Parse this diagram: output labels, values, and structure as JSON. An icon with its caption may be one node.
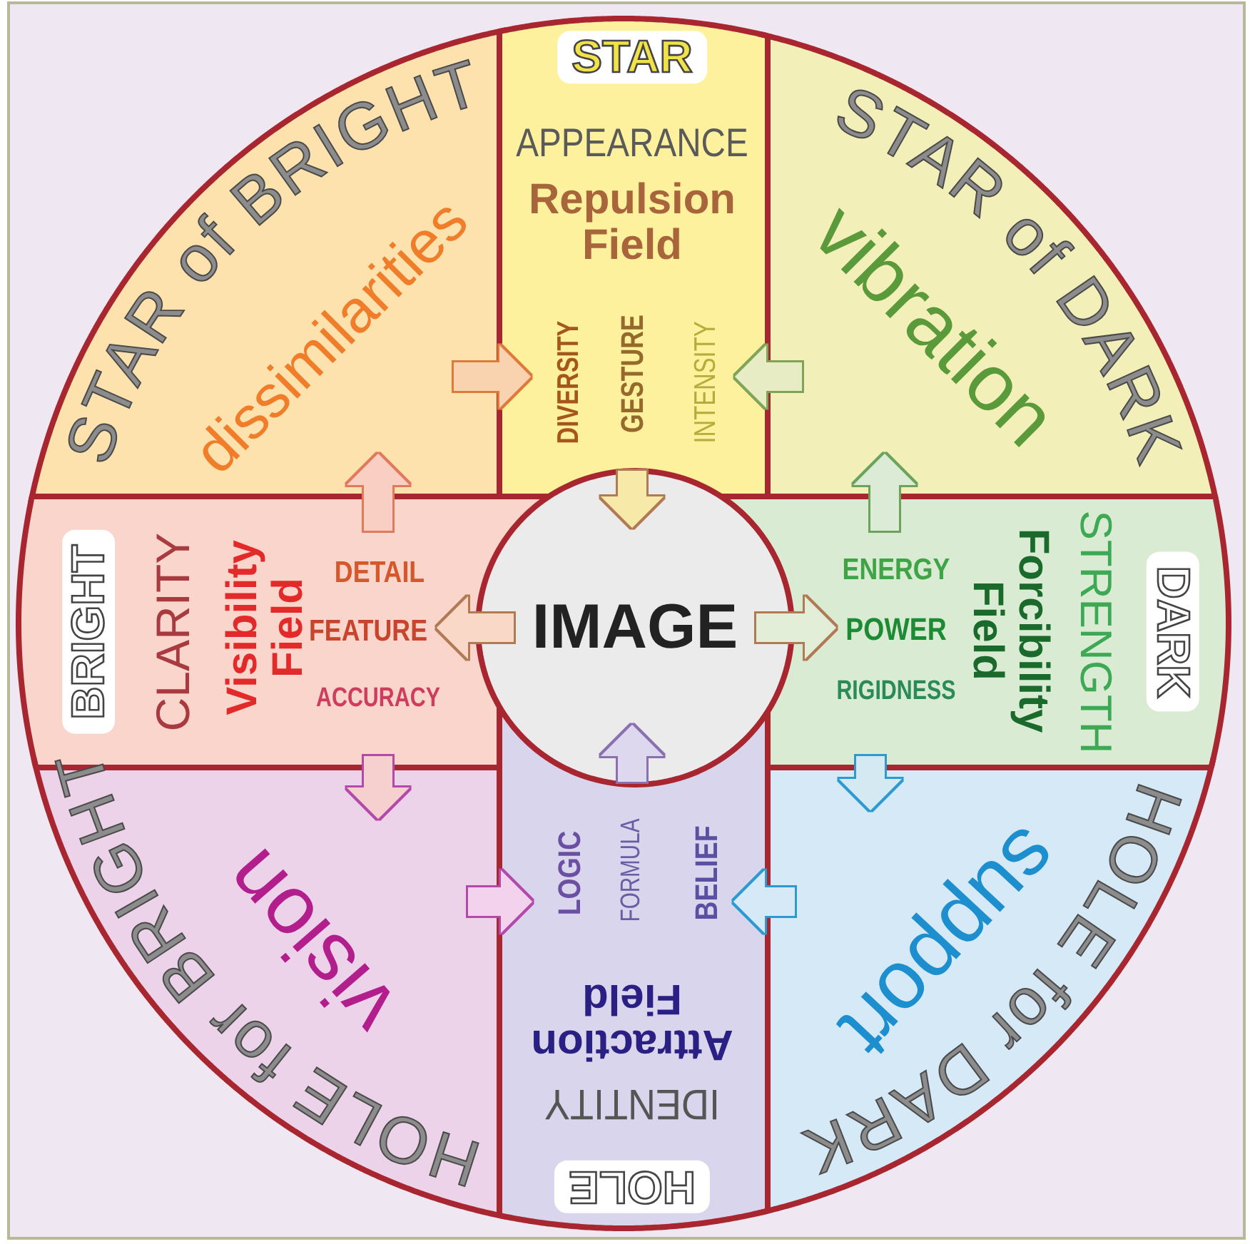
{
  "diagram": {
    "nodes": [
      {
        "text": [
          "STAR of BRIGHT",
          "dissimilarities"
        ]
      },
      {
        "text": [
          "STAR",
          "APPEARANCE",
          "Repulsion Field",
          "DIVERSITY",
          "GESTURE",
          "INTENSITY"
        ]
      },
      {
        "text": [
          "STAR of DARK",
          "vibration"
        ]
      },
      {
        "text": [
          "BRIGHT",
          "CLARITY",
          "Visibility Field",
          "DETAIL",
          "FEATURE",
          "ACCURACY"
        ]
      },
      {
        "text": [
          "IMAGE"
        ]
      },
      {
        "text": [
          "ENERGY",
          "POWER",
          "RIGIDNESS",
          "Forcibility Field",
          "STRENGTH",
          "DARK"
        ]
      },
      {
        "text": [
          "HOLE for BRIGHT",
          "vision"
        ]
      },
      {
        "text": [
          "LOGIC",
          "FORMULA",
          "BELIEF",
          "Attraction Field",
          "IDENTITY",
          "HOLE"
        ]
      },
      {
        "text": [
          "HOLE for DARK",
          "support"
        ]
      }
    ],
    "edges": [
      {
        "from": 0,
        "to": 1,
        "arrow": "to",
        "color": "#f9d2b0"
      },
      {
        "from": 2,
        "to": 1,
        "arrow": "to",
        "color": "#e8ecc4"
      },
      {
        "from": 1,
        "to": 4,
        "arrow": "to",
        "color": "#f7eaa8"
      },
      {
        "from": 3,
        "to": 0,
        "arrow": "to",
        "color": "#f9cfc4"
      },
      {
        "from": 4,
        "to": 3,
        "arrow": "to",
        "color": "#f9d8c8"
      },
      {
        "from": 4,
        "to": 5,
        "arrow": "to",
        "color": "#e3eed8"
      },
      {
        "from": 5,
        "to": 2,
        "arrow": "to",
        "color": "#dcebd6"
      },
      {
        "from": 3,
        "to": 6,
        "arrow": "to",
        "color": "#f6cfcf"
      },
      {
        "from": 5,
        "to": 8,
        "arrow": "to",
        "color": "#d4e9f2"
      },
      {
        "from": 6,
        "to": 7,
        "arrow": "to",
        "color": "#f2d2ec"
      },
      {
        "from": 8,
        "to": 7,
        "arrow": "to",
        "color": "#d6e9f6"
      },
      {
        "from": 7,
        "to": 4,
        "arrow": "to",
        "color": "#ded8ee"
      }
    ]
  }
}
